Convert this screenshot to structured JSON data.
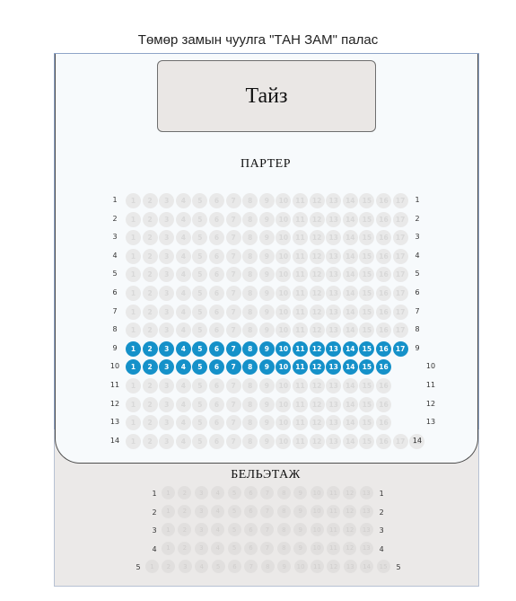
{
  "venue_title": "Төмөр замын чуулга \"ТАН ЗАМ\" палас",
  "stage_label": "Тайз",
  "colors": {
    "available_seat": "#1591c9",
    "unavailable_seat": "#e9e9e9",
    "balcony_background": "#ebe9e8",
    "frame_border": "#8ea4c8"
  },
  "parterre": {
    "label": "ПАРТЕР",
    "rows": [
      {
        "row": "1",
        "seats": 17,
        "available": []
      },
      {
        "row": "2",
        "seats": 17,
        "available": []
      },
      {
        "row": "3",
        "seats": 17,
        "available": []
      },
      {
        "row": "4",
        "seats": 17,
        "available": []
      },
      {
        "row": "5",
        "seats": 17,
        "available": []
      },
      {
        "row": "6",
        "seats": 17,
        "available": []
      },
      {
        "row": "7",
        "seats": 17,
        "available": []
      },
      {
        "row": "8",
        "seats": 17,
        "available": []
      },
      {
        "row": "9",
        "seats": 17,
        "available": [
          1,
          2,
          3,
          4,
          5,
          6,
          7,
          8,
          9,
          10,
          11,
          12,
          13,
          14,
          15,
          16,
          17
        ]
      },
      {
        "row": "10",
        "seats": 16,
        "available": [
          1,
          2,
          3,
          4,
          5,
          6,
          7,
          8,
          9,
          10,
          11,
          12,
          13,
          14,
          15,
          16
        ]
      },
      {
        "row": "11",
        "seats": 16,
        "available": []
      },
      {
        "row": "12",
        "seats": 16,
        "available": []
      },
      {
        "row": "13",
        "seats": 16,
        "available": []
      },
      {
        "row": "14",
        "seats": 18,
        "available": []
      }
    ]
  },
  "balcony": {
    "label": "БЕЛЬЭТАЖ",
    "rows": [
      {
        "row": "1",
        "seats": 13,
        "available": []
      },
      {
        "row": "2",
        "seats": 13,
        "available": []
      },
      {
        "row": "3",
        "seats": 13,
        "available": []
      },
      {
        "row": "4",
        "seats": 13,
        "available": []
      },
      {
        "row": "5",
        "seats": 15,
        "available": []
      }
    ]
  }
}
